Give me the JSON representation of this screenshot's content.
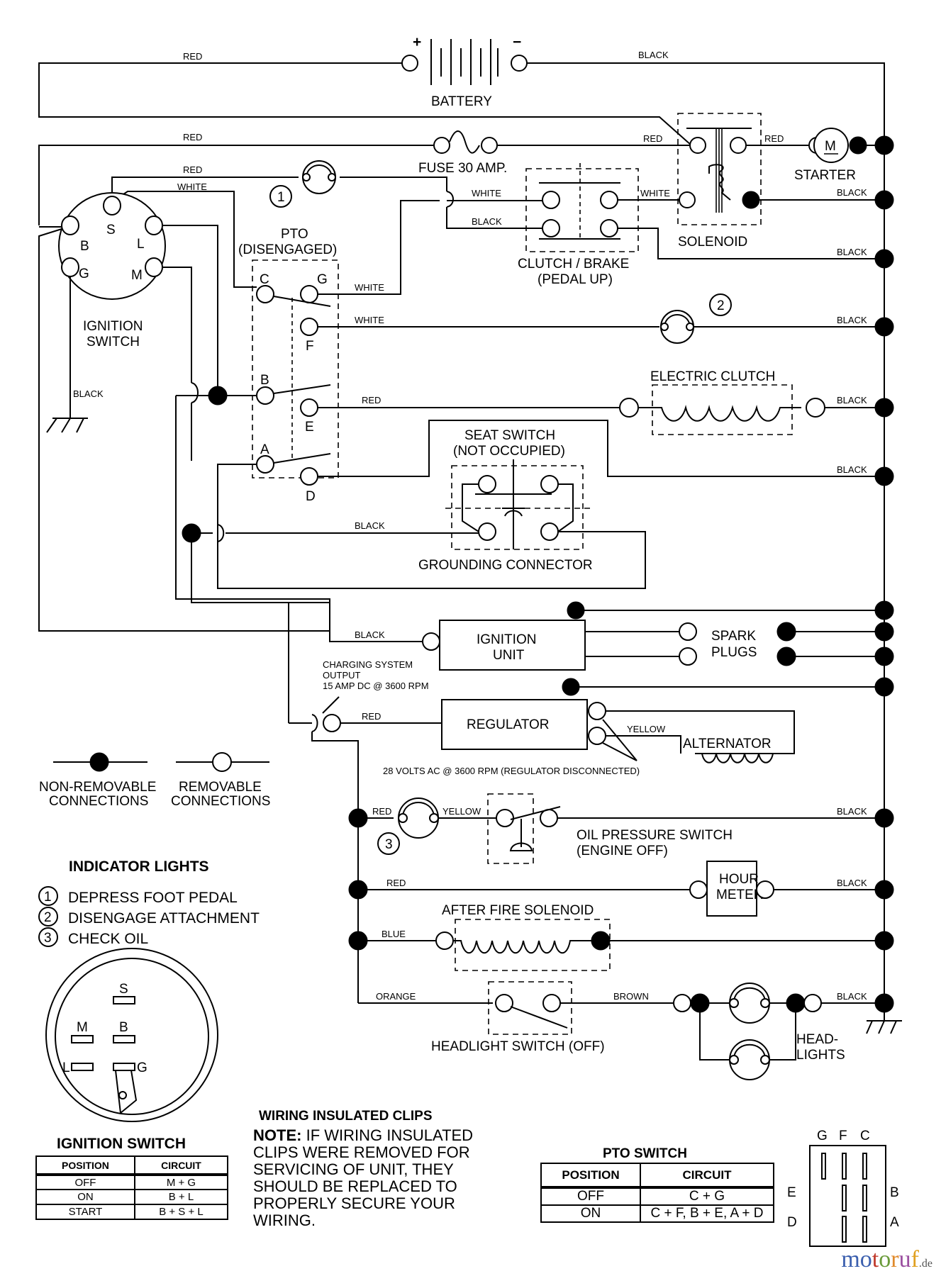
{
  "diagram": {
    "battery": {
      "label": "BATTERY",
      "plus": "+",
      "minus": "−"
    },
    "fuse": {
      "label": "FUSE 30 AMP."
    },
    "solenoid": {
      "label": "SOLENOID"
    },
    "starter": {
      "label": "STARTER",
      "motor_symbol": "M"
    },
    "clutch_brake": {
      "label_line1": "CLUTCH / BRAKE",
      "label_line2": "(PEDAL UP)"
    },
    "pto": {
      "label_line1": "PTO",
      "label_line2": "(DISENGAGED)",
      "terminals": [
        "C",
        "G",
        "F",
        "B",
        "E",
        "A",
        "D"
      ]
    },
    "ignition_switch": {
      "label_line1": "IGNITION",
      "label_line2": "SWITCH",
      "terminals": [
        "S",
        "B",
        "L",
        "G",
        "M"
      ]
    },
    "electric_clutch": {
      "label": "ELECTRIC CLUTCH"
    },
    "seat_switch": {
      "label_line1": "SEAT SWITCH",
      "label_line2": "(NOT OCCUPIED)"
    },
    "grounding_connector": {
      "label": "GROUNDING CONNECTOR"
    },
    "ignition_unit": {
      "label_line1": "IGNITION",
      "label_line2": "UNIT"
    },
    "spark_plugs": {
      "label_line1": "SPARK",
      "label_line2": "PLUGS"
    },
    "charging_note": {
      "line1": "CHARGING SYSTEM",
      "line2": "OUTPUT",
      "line3": "15 AMP DC @ 3600 RPM"
    },
    "regulator": {
      "label": "REGULATOR"
    },
    "alternator": {
      "label": "ALTERNATOR"
    },
    "ac_note": "28 VOLTS AC @ 3600 RPM (REGULATOR DISCONNECTED)",
    "oil_pressure_switch": {
      "label_line1": "OIL PRESSURE SWITCH",
      "label_line2": "(ENGINE OFF)"
    },
    "hour_meter": {
      "label_line1": "HOUR",
      "label_line2": "METER"
    },
    "after_fire_solenoid": {
      "label": "AFTER FIRE SOLENOID"
    },
    "headlight_switch": {
      "label": "HEADLIGHT SWITCH (OFF)"
    },
    "headlights": {
      "label_line1": "HEAD-",
      "label_line2": "LIGHTS"
    },
    "indicator_numbers": [
      "1",
      "2",
      "3"
    ],
    "wires": {
      "battery_pos": "RED",
      "battery_neg": "BLACK",
      "fuse_left": "RED",
      "fuse_right": "RED",
      "solenoid_starter": "RED",
      "light1_red": "RED",
      "ign_s_white": "WHITE",
      "clutch_white": "WHITE",
      "clutch_black": "BLACK",
      "sol_white": "WHITE",
      "sol_black": "BLACK",
      "clutch_out_black": "BLACK",
      "pto_g_white": "WHITE",
      "pto_f_white": "WHITE",
      "light2_black": "BLACK",
      "pto_e_red": "RED",
      "eclutch_black": "BLACK",
      "seat_black": "BLACK",
      "ground_black": "BLACK",
      "ign_g_black": "BLACK",
      "ign_unit_black": "BLACK",
      "reg_red": "RED",
      "alt_yellow": "YELLOW",
      "oil_red": "RED",
      "oil_yellow": "YELLOW",
      "oil_black": "BLACK",
      "hour_red": "RED",
      "hour_black": "BLACK",
      "afs_blue": "BLUE",
      "head_orange": "ORANGE",
      "head_brown": "BROWN",
      "head_black": "BLACK"
    }
  },
  "legend": {
    "non_removable_line1": "NON-REMOVABLE",
    "non_removable_line2": "CONNECTIONS",
    "removable_line1": "REMOVABLE",
    "removable_line2": "CONNECTIONS"
  },
  "indicator_lights": {
    "title": "INDICATOR LIGHTS",
    "items": [
      {
        "num": "1",
        "text": "DEPRESS FOOT PEDAL"
      },
      {
        "num": "2",
        "text": "DISENGAGE ATTACHMENT"
      },
      {
        "num": "3",
        "text": "CHECK OIL"
      }
    ]
  },
  "ignition_switch_face": {
    "terminals": [
      "S",
      "M",
      "B",
      "L",
      "G"
    ]
  },
  "ignition_table": {
    "title": "IGNITION SWITCH",
    "headers": [
      "POSITION",
      "CIRCUIT"
    ],
    "rows": [
      [
        "OFF",
        "M + G"
      ],
      [
        "ON",
        "B + L"
      ],
      [
        "START",
        "B + S + L"
      ]
    ]
  },
  "clips_note": {
    "title": "WIRING INSULATED CLIPS",
    "note_label": "NOTE:",
    "lines": [
      "IF WIRING INSULATED",
      "CLIPS WERE REMOVED FOR",
      "SERVICING OF UNIT, THEY",
      "SHOULD BE REPLACED TO",
      "PROPERLY SECURE YOUR",
      "WIRING."
    ]
  },
  "pto_table": {
    "title": "PTO SWITCH",
    "headers": [
      "POSITION",
      "CIRCUIT"
    ],
    "rows": [
      [
        "OFF",
        "C + G"
      ],
      [
        "ON",
        "C + F, B + E, A + D"
      ]
    ]
  },
  "pto_face": {
    "top": [
      "G",
      "F",
      "C"
    ],
    "left": [
      "E",
      "D"
    ],
    "right": [
      "B",
      "A"
    ]
  },
  "watermark": {
    "m": "m",
    "o1": "o",
    "t": "t",
    "o2": "o",
    "r": "r",
    "u": "u",
    "f": "f",
    "tld": ".de",
    "colors": {
      "m": "#3b5fae",
      "o1": "#3b5fae",
      "t": "#c0392b",
      "o2": "#6a9b3a",
      "r": "#e08a2c",
      "u": "#9b4fa0",
      "f": "#e0a020",
      "tld": "#555555"
    }
  }
}
